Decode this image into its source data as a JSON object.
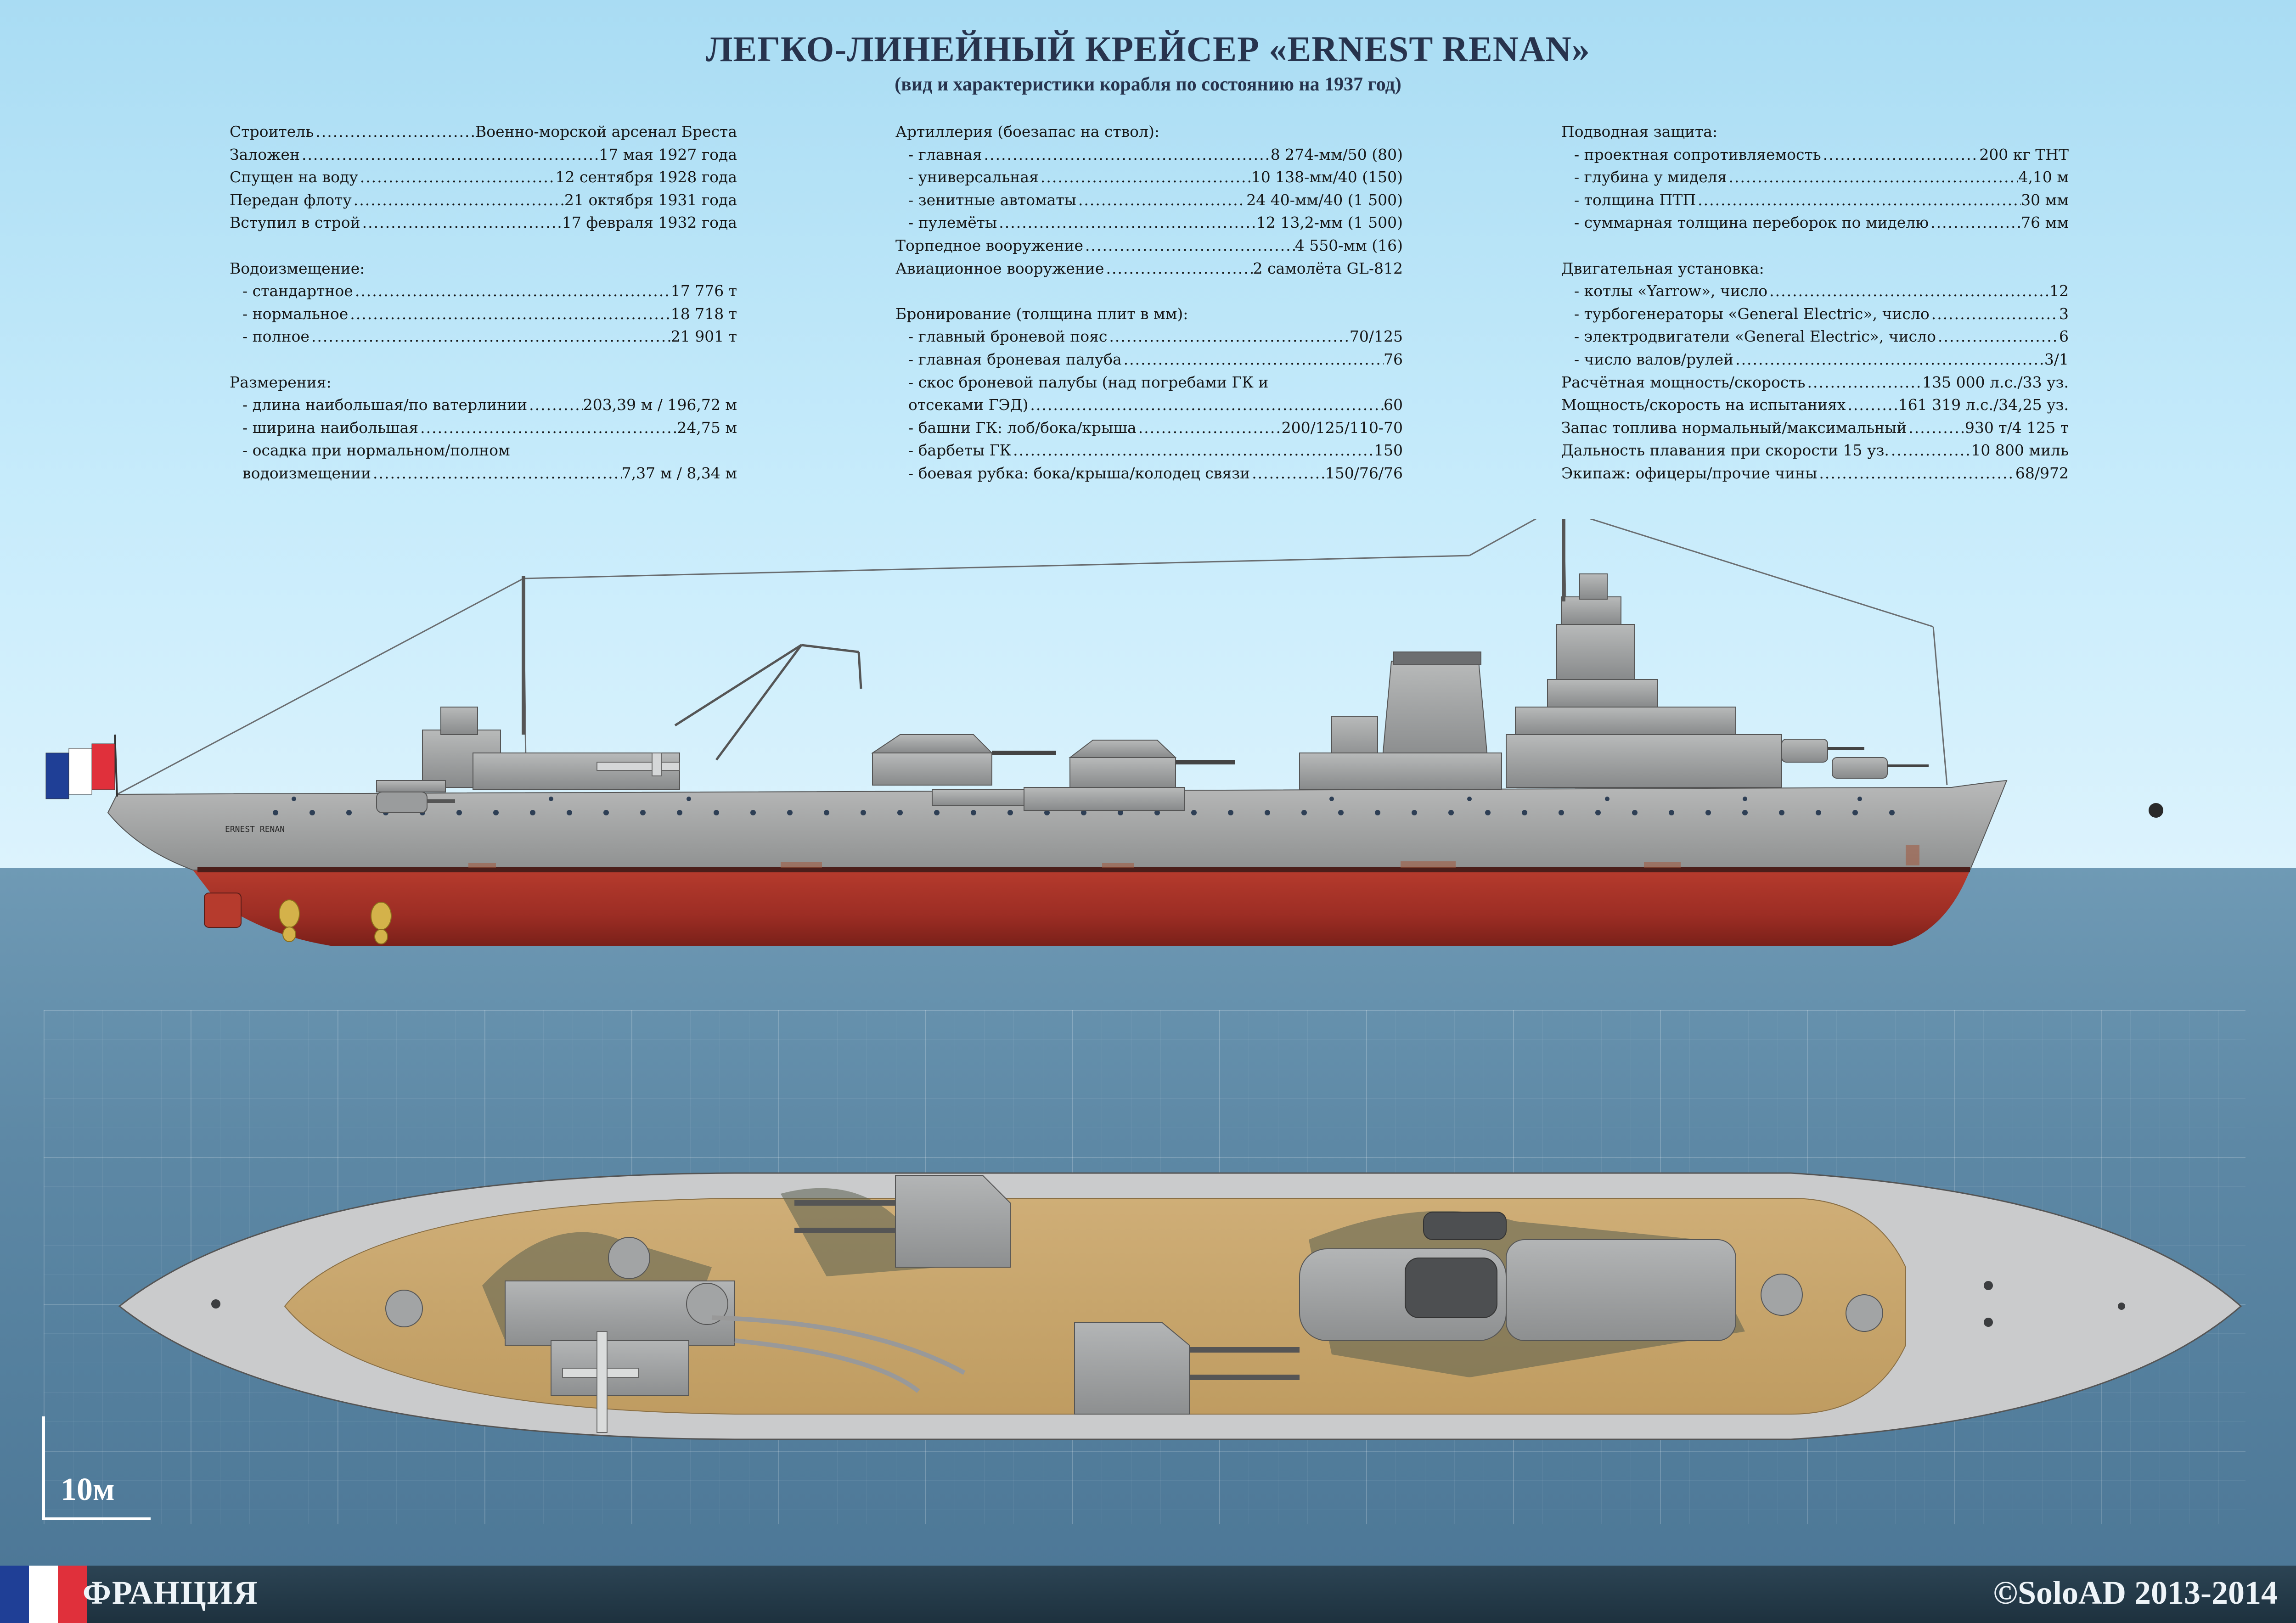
{
  "title": "ЛЕГКО-ЛИНЕЙНЫЙ КРЕЙСЕР «ERNEST RENAN»",
  "subtitle": "(вид и характеристики корабля по состоянию на 1937 год)",
  "hull_name": "ERNEST RENAN",
  "scale_label": "10м",
  "footer": {
    "country": "ФРАНЦИЯ",
    "copyright": "©SoloAD 2013-2014"
  },
  "colors": {
    "sky": "#b8e3f7",
    "sea": "#5d88a5",
    "hull_grey": "#a7a8a8",
    "hull_red": "#a8332a",
    "deck_wood": "#cba86e",
    "footer": "#243a48",
    "flag_blue": "#1f3f96",
    "flag_white": "#ffffff",
    "flag_red": "#e0303b"
  },
  "specs": {
    "col1": [
      {
        "k": "Строитель",
        "v": "Военно-морской арсенал Бреста"
      },
      {
        "k": "Заложен",
        "v": "17 мая 1927 года"
      },
      {
        "k": "Спущен на воду",
        "v": "12 сентября 1928 года"
      },
      {
        "k": "Передан флоту",
        "v": "21 октября 1931 года"
      },
      {
        "k": "Вступил в строй",
        "v": "17 февраля 1932 года"
      },
      {
        "k": "",
        "v": ""
      },
      {
        "k": "Водоизмещение:",
        "v": ""
      },
      {
        "k": "- стандартное",
        "v": "17 776 т"
      },
      {
        "k": "- нормальное",
        "v": "18 718 т"
      },
      {
        "k": "- полное",
        "v": "21 901 т"
      },
      {
        "k": "",
        "v": ""
      },
      {
        "k": "Размерения:",
        "v": ""
      },
      {
        "k": "- длина наибольшая/по ватерлинии",
        "v": "203,39 м / 196,72 м"
      },
      {
        "k": "- ширина наибольшая",
        "v": "24,75 м"
      },
      {
        "k": "- осадка при нормальном/полном",
        "v": ""
      },
      {
        "k": "водоизмещении",
        "v": "7,37 м / 8,34 м"
      }
    ],
    "col2": [
      {
        "k": "Артиллерия (боезапас на ствол):",
        "v": ""
      },
      {
        "k": "- главная",
        "v": "8 274-мм/50 (80)"
      },
      {
        "k": "- универсальная",
        "v": "10 138-мм/40 (150)"
      },
      {
        "k": "- зенитные автоматы",
        "v": "24 40-мм/40 (1 500)"
      },
      {
        "k": "- пулемёты",
        "v": "12 13,2-мм (1 500)"
      },
      {
        "k": "Торпедное вооружение",
        "v": "4 550-мм (16)"
      },
      {
        "k": "Авиационное вооружение",
        "v": "2 самолёта GL-812"
      },
      {
        "k": "",
        "v": ""
      },
      {
        "k": "Бронирование (толщина плит в мм):",
        "v": ""
      },
      {
        "k": "- главный броневой пояс",
        "v": "70/125"
      },
      {
        "k": "- главная броневая палуба",
        "v": "76"
      },
      {
        "k": "- скос броневой палубы (над погребами ГК и",
        "v": ""
      },
      {
        "k": "отсеками ГЭД)",
        "v": "60"
      },
      {
        "k": "- башни ГК: лоб/бока/крыша",
        "v": "200/125/110-70"
      },
      {
        "k": "- барбеты ГК",
        "v": "150"
      },
      {
        "k": "- боевая рубка: бока/крыша/колодец связи",
        "v": "150/76/76"
      }
    ],
    "col3": [
      {
        "k": "Подводная защита:",
        "v": ""
      },
      {
        "k": "- проектная сопротивляемость",
        "v": "200 кг ТНТ"
      },
      {
        "k": "- глубина у миделя",
        "v": "4,10 м"
      },
      {
        "k": "- толщина ПТП",
        "v": "30 мм"
      },
      {
        "k": "- суммарная толщина переборок по миделю",
        "v": "76 мм"
      },
      {
        "k": "",
        "v": ""
      },
      {
        "k": "Двигательная установка:",
        "v": ""
      },
      {
        "k": "- котлы «Yarrow», число",
        "v": "12"
      },
      {
        "k": "- турбогенераторы «General Electric», число",
        "v": "3"
      },
      {
        "k": "- электродвигатели «General Electric», число",
        "v": "6"
      },
      {
        "k": "- число валов/рулей",
        "v": "3/1"
      },
      {
        "k": "Расчётная мощность/скорость",
        "v": "135 000 л.с./33 уз."
      },
      {
        "k": "Мощность/скорость на испытаниях",
        "v": "161 319 л.с./34,25 уз."
      },
      {
        "k": "Запас топлива нормальный/максимальный",
        "v": "930 т/4 125 т"
      },
      {
        "k": "Дальность плавания при скорости 15 уз.",
        "v": "10 800 миль"
      },
      {
        "k": "Экипаж: офицеры/прочие чины",
        "v": "68/972"
      }
    ]
  }
}
